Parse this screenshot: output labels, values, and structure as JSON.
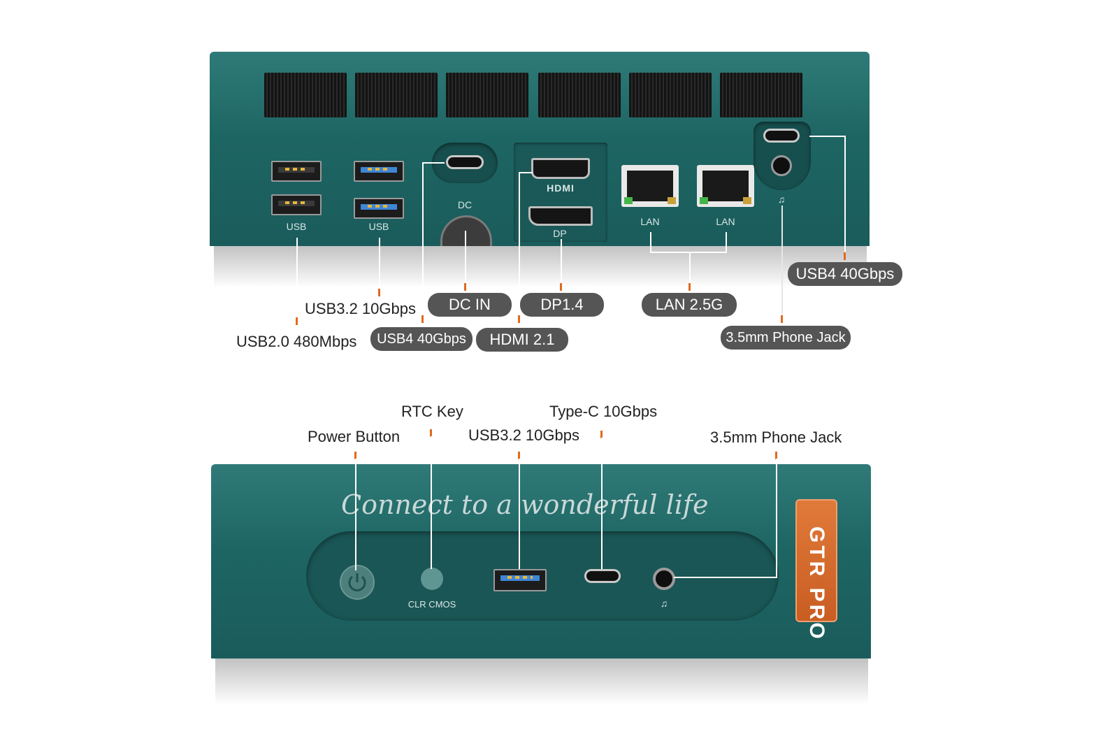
{
  "rear_panel": {
    "usb_label_1": "USB",
    "usb_label_2": "USB",
    "dc_label": "DC",
    "hdmi_logo": "HDMI",
    "dp_label": "DP",
    "lan_label_1": "LAN",
    "lan_label_2": "LAN",
    "headphone_symbol": "♫"
  },
  "rear_callouts": {
    "usb2": "USB2.0 480Mbps",
    "usb32": "USB3.2 10Gbps",
    "usb4_left": "USB4 40Gbps",
    "dc_in": "DC IN",
    "hdmi": "HDMI 2.1",
    "dp": "DP1.4",
    "lan": "LAN 2.5G",
    "phone_jack": "3.5mm Phone Jack",
    "usb4_right": "USB4 40Gbps"
  },
  "front_callouts": {
    "power": "Power Button",
    "rtc": "RTC Key",
    "usb32": "USB3.2 10Gbps",
    "typec": "Type-C 10Gbps",
    "phone_jack": "3.5mm Phone Jack"
  },
  "front_panel": {
    "slogan": "Connect to a wonderful life",
    "clr_cmos": "CLR CMOS",
    "brand": "GTR PRO"
  },
  "colors": {
    "body": "#1d6563",
    "callout_pill": "#555555",
    "tick": "#e06a1e",
    "brand_badge": "#d8692c"
  }
}
